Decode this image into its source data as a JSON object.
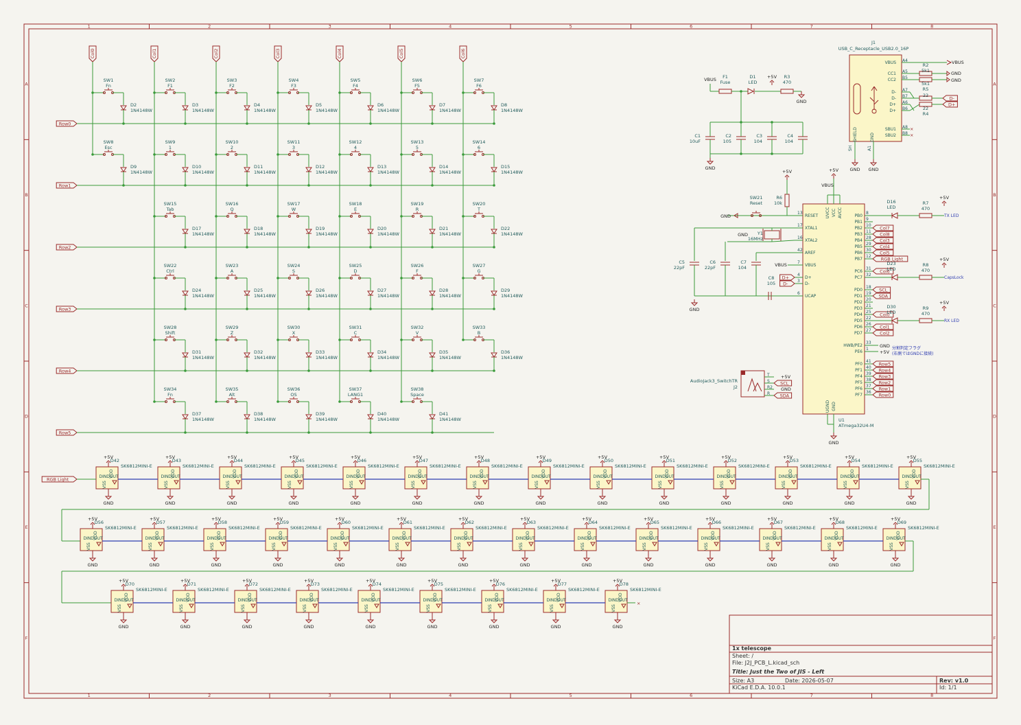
{
  "sheet": {
    "columns": [
      "1",
      "2",
      "3",
      "4",
      "5",
      "6",
      "7",
      "8"
    ],
    "rows": [
      "A",
      "B",
      "C",
      "D",
      "E",
      "F"
    ]
  },
  "matrix": {
    "col_labels": [
      "Col0",
      "Col1",
      "Col2",
      "Col3",
      "Col4",
      "Col5",
      "Col6"
    ],
    "row_labels": [
      "Row0",
      "Row1",
      "Row2",
      "Row3",
      "Row4",
      "Row5"
    ],
    "switches": [
      [
        {
          "ref": "SW1",
          "val": "Fn",
          "d": "D2"
        },
        {
          "ref": "SW2",
          "val": "F1",
          "d": "D3"
        },
        {
          "ref": "SW3",
          "val": "F2",
          "d": "D4"
        },
        {
          "ref": "SW4",
          "val": "F3",
          "d": "D5"
        },
        {
          "ref": "SW5",
          "val": "F4",
          "d": "D6"
        },
        {
          "ref": "SW6",
          "val": "F5",
          "d": "D7"
        },
        {
          "ref": "SW7",
          "val": "F6",
          "d": "D8"
        }
      ],
      [
        {
          "ref": "SW8",
          "val": "Esc",
          "d": "D9"
        },
        {
          "ref": "SW9",
          "val": "1",
          "d": "D10"
        },
        {
          "ref": "SW10",
          "val": "2",
          "d": "D11"
        },
        {
          "ref": "SW11",
          "val": "3",
          "d": "D12"
        },
        {
          "ref": "SW12",
          "val": "4",
          "d": "D13"
        },
        {
          "ref": "SW13",
          "val": "5",
          "d": "D14"
        },
        {
          "ref": "SW14",
          "val": "6",
          "d": "D15"
        }
      ],
      [
        null,
        {
          "ref": "SW15",
          "val": "Tab",
          "d": "D17"
        },
        {
          "ref": "SW16",
          "val": "Q",
          "d": "D18"
        },
        {
          "ref": "SW17",
          "val": "W",
          "d": "D19"
        },
        {
          "ref": "SW18",
          "val": "E",
          "d": "D20"
        },
        {
          "ref": "SW19",
          "val": "R",
          "d": "D21"
        },
        {
          "ref": "SW20",
          "val": "T",
          "d": "D22"
        }
      ],
      [
        null,
        {
          "ref": "SW22",
          "val": "Ctrl",
          "d": "D24"
        },
        {
          "ref": "SW23",
          "val": "A",
          "d": "D25"
        },
        {
          "ref": "SW24",
          "val": "S",
          "d": "D26"
        },
        {
          "ref": "SW25",
          "val": "D",
          "d": "D27"
        },
        {
          "ref": "SW26",
          "val": "F",
          "d": "D28"
        },
        {
          "ref": "SW27",
          "val": "G",
          "d": "D29"
        }
      ],
      [
        null,
        {
          "ref": "SW28",
          "val": "Shift",
          "d": "D31"
        },
        {
          "ref": "SW29",
          "val": "Z",
          "d": "D32"
        },
        {
          "ref": "SW30",
          "val": "X",
          "d": "D33"
        },
        {
          "ref": "SW31",
          "val": "C",
          "d": "D34"
        },
        {
          "ref": "SW32",
          "val": "V",
          "d": "D35"
        },
        {
          "ref": "SW33",
          "val": "B",
          "d": "D36"
        }
      ],
      [
        null,
        {
          "ref": "SW34",
          "val": "Fn",
          "d": "D37"
        },
        {
          "ref": "SW35",
          "val": "Alt",
          "d": "D38"
        },
        {
          "ref": "SW36",
          "val": "OS",
          "d": "D39"
        },
        {
          "ref": "SW37",
          "val": "LANG1",
          "d": "D40"
        },
        {
          "ref": "SW38",
          "val": "Space",
          "d": "D41"
        },
        null
      ]
    ],
    "diode_value": "1N4148W"
  },
  "leds": {
    "input_label": "RGB Light",
    "value": "SK6812MINI-E",
    "rows": [
      [
        "D42",
        "D43",
        "D44",
        "D45",
        "D46",
        "D47",
        "D48",
        "D49",
        "D50",
        "D51",
        "D52",
        "D53",
        "D54",
        "D55"
      ],
      [
        "D56",
        "D57",
        "D58",
        "D59",
        "D60",
        "D61",
        "D62",
        "D63",
        "D64",
        "D65",
        "D66",
        "D67",
        "D68",
        "D69"
      ],
      [
        "D70",
        "D71",
        "D72",
        "D73",
        "D74",
        "D75",
        "D76",
        "D77",
        "D78"
      ]
    ],
    "pins": {
      "vdd": "VDD",
      "vss": "VSS",
      "din": "DIN",
      "dout": "DOUT"
    }
  },
  "power_labels": {
    "p5v": "+5V",
    "gnd": "GND",
    "vbus": "VBUS"
  },
  "usb": {
    "ref": "J1",
    "value": "USB_C_Receptacle_USB2.0_16P",
    "pins": [
      "VBUS",
      "CC1",
      "CC2",
      "D-",
      "D-",
      "D+",
      "D+",
      "SBU1",
      "SBU2",
      "SHIELD",
      "GND"
    ],
    "pin_nums": [
      "A4",
      "A5",
      "B5",
      "A7",
      "B7",
      "A6",
      "B6",
      "A8",
      "B8",
      "SH",
      "A1"
    ],
    "r2": "R2",
    "r2v": "5k1",
    "r3b": "R5",
    "r3bv": "5k1",
    "r4": "R4",
    "r4v": "22",
    "r5": "R5",
    "r5v": "22",
    "dm": "D-",
    "dp": "D+"
  },
  "fuse": {
    "ref": "F1",
    "val": "Fuse",
    "d1": "D1",
    "d1v": "LED",
    "r3": "R3",
    "r3v": "470"
  },
  "caps": [
    {
      "ref": "C1",
      "val": "10uF"
    },
    {
      "ref": "C2",
      "val": "105"
    },
    {
      "ref": "C3",
      "val": "104"
    },
    {
      "ref": "C4",
      "val": "104"
    },
    {
      "ref": "C5",
      "val": "22pF"
    },
    {
      "ref": "C6",
      "val": "22pF"
    },
    {
      "ref": "C7",
      "val": "104"
    },
    {
      "ref": "C8",
      "val": "105"
    }
  ],
  "mcu": {
    "ref": "U1",
    "value": "ATmega32U4-M",
    "left_pins": [
      "RESET",
      "XTAL1",
      "XTAL2",
      "AREF",
      "VBUS",
      "D+",
      "D-",
      "UCAP"
    ],
    "left_nums": [
      "13",
      "17",
      "16",
      "42",
      "7",
      "4",
      "3",
      "6"
    ],
    "right_pins": [
      "PB0",
      "PB1",
      "PB2",
      "PB3",
      "PB4",
      "PB5",
      "PB6",
      "PB7",
      "PC6",
      "PC7",
      "PD0",
      "PD1",
      "PD2",
      "PD3",
      "PD4",
      "PD5",
      "PD6",
      "PD7",
      "HWB/PE2",
      "PE6",
      "PF0",
      "PF1",
      "PF4",
      "PF5",
      "PF6",
      "PF7"
    ],
    "right_nums": [
      "8",
      "9",
      "10",
      "11",
      "28",
      "29",
      "30",
      "12",
      "31",
      "32",
      "18",
      "19",
      "20",
      "21",
      "25",
      "22",
      "26",
      "27",
      "33",
      "1",
      "41",
      "40",
      "39",
      "38",
      "37",
      "36"
    ],
    "right_labels": [
      "",
      "",
      "Col7",
      "Col8",
      "Col3",
      "Col4",
      "Col5",
      "RGB Light",
      "Col6",
      "",
      "SCL",
      "SDA",
      "",
      "",
      "Col0",
      "",
      "Col1",
      "Col2",
      "GND",
      "+5V",
      "Row5",
      "Row4",
      "Row3",
      "Row2",
      "Row1",
      "Row0"
    ],
    "top_pins": [
      "UVCC",
      "VCC",
      "AVCC"
    ],
    "bottom_pins": [
      "UGND",
      "GND"
    ],
    "reset_sw": "SW21",
    "reset_val": "Reset",
    "r6": "R6",
    "r6v": "10k",
    "xtal": "Y1",
    "xtalv": "16MHz"
  },
  "status_leds": [
    {
      "d": "D16",
      "r": "R7",
      "rv": "470",
      "label": "TX LED"
    },
    {
      "d": "D23",
      "r": "R8",
      "rv": "470",
      "label": "CapsLock"
    },
    {
      "d": "D30",
      "r": "R9",
      "rv": "470",
      "label": "RX LED"
    }
  ],
  "split_note": [
    "分割判定フラグ",
    "(右側ではGNDに接続)"
  ],
  "audio": {
    "value": "AudioJack3_SwitchTR",
    "ref": "J2",
    "pins": [
      "T",
      "S",
      "R2",
      "R"
    ],
    "labels": [
      "+5V",
      "SCL",
      "GND",
      "SDA"
    ]
  },
  "title_block": {
    "company": "1x telescope",
    "sheet": "Sheet: /",
    "file": "File: J2J_PCB_L.kicad_sch",
    "title": "Title: Just the Two of JIS - Left",
    "size": "Size: A3",
    "date": "Date: 2026-05-07",
    "rev": "Rev: v1.0",
    "tool": "KiCad E.D.A. 10.0.1",
    "id": "Id: 1/1"
  }
}
